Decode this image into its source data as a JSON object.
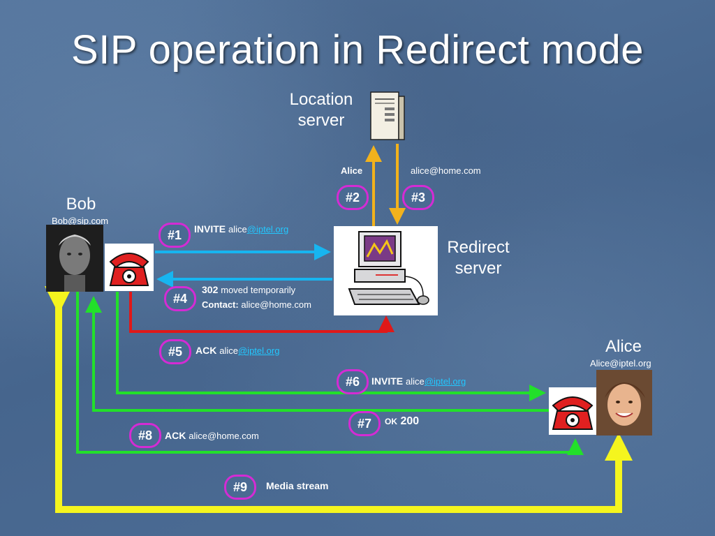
{
  "title": "SIP operation in Redirect mode",
  "location_server": {
    "label_line1": "Location",
    "label_line2": "server"
  },
  "redirect_server": {
    "label_line1": "Redirect",
    "label_line2": "server"
  },
  "bob": {
    "name": "Bob",
    "address": "Bob@sip.com"
  },
  "alice": {
    "name": "Alice",
    "address": "Alice@iptel.org"
  },
  "lookup": {
    "query": "Alice",
    "result": "alice@home.com"
  },
  "steps": [
    "#1",
    "#2",
    "#3",
    "#4",
    "#5",
    "#6",
    "#7",
    "#8",
    "#9"
  ],
  "messages": {
    "m1": {
      "method": "INVITE",
      "user": "alice",
      "domain": "@iptel.org"
    },
    "m4": {
      "code": "302",
      "text": "moved temporarily",
      "contact_label": "Contact:",
      "contact_value": "alice@home.com"
    },
    "m5": {
      "method": "ACK",
      "user": "alice",
      "domain": "@iptel.org"
    },
    "m6": {
      "method": "INVITE",
      "user": "alice",
      "domain": "@iptel.org"
    },
    "m7": {
      "ok": "OK",
      "code": "200"
    },
    "m8": {
      "method": "ACK",
      "value": "alice@home.com"
    },
    "m9": {
      "text": "Media stream"
    }
  },
  "colors": {
    "request_to_redirect": "#17b5f0",
    "location_query": "#f2b21c",
    "ack_to_redirect": "#e01818",
    "session_signaling": "#22e02a",
    "media": "#f5f51e",
    "step_badge_border": "#d42bd4"
  },
  "icons": {
    "location_server": "server-tower-icon",
    "redirect_server": "computer-icon",
    "bob_phone": "telephone-icon",
    "alice_phone": "telephone-icon",
    "bob_photo": "bob-photo",
    "alice_photo": "alice-photo"
  }
}
